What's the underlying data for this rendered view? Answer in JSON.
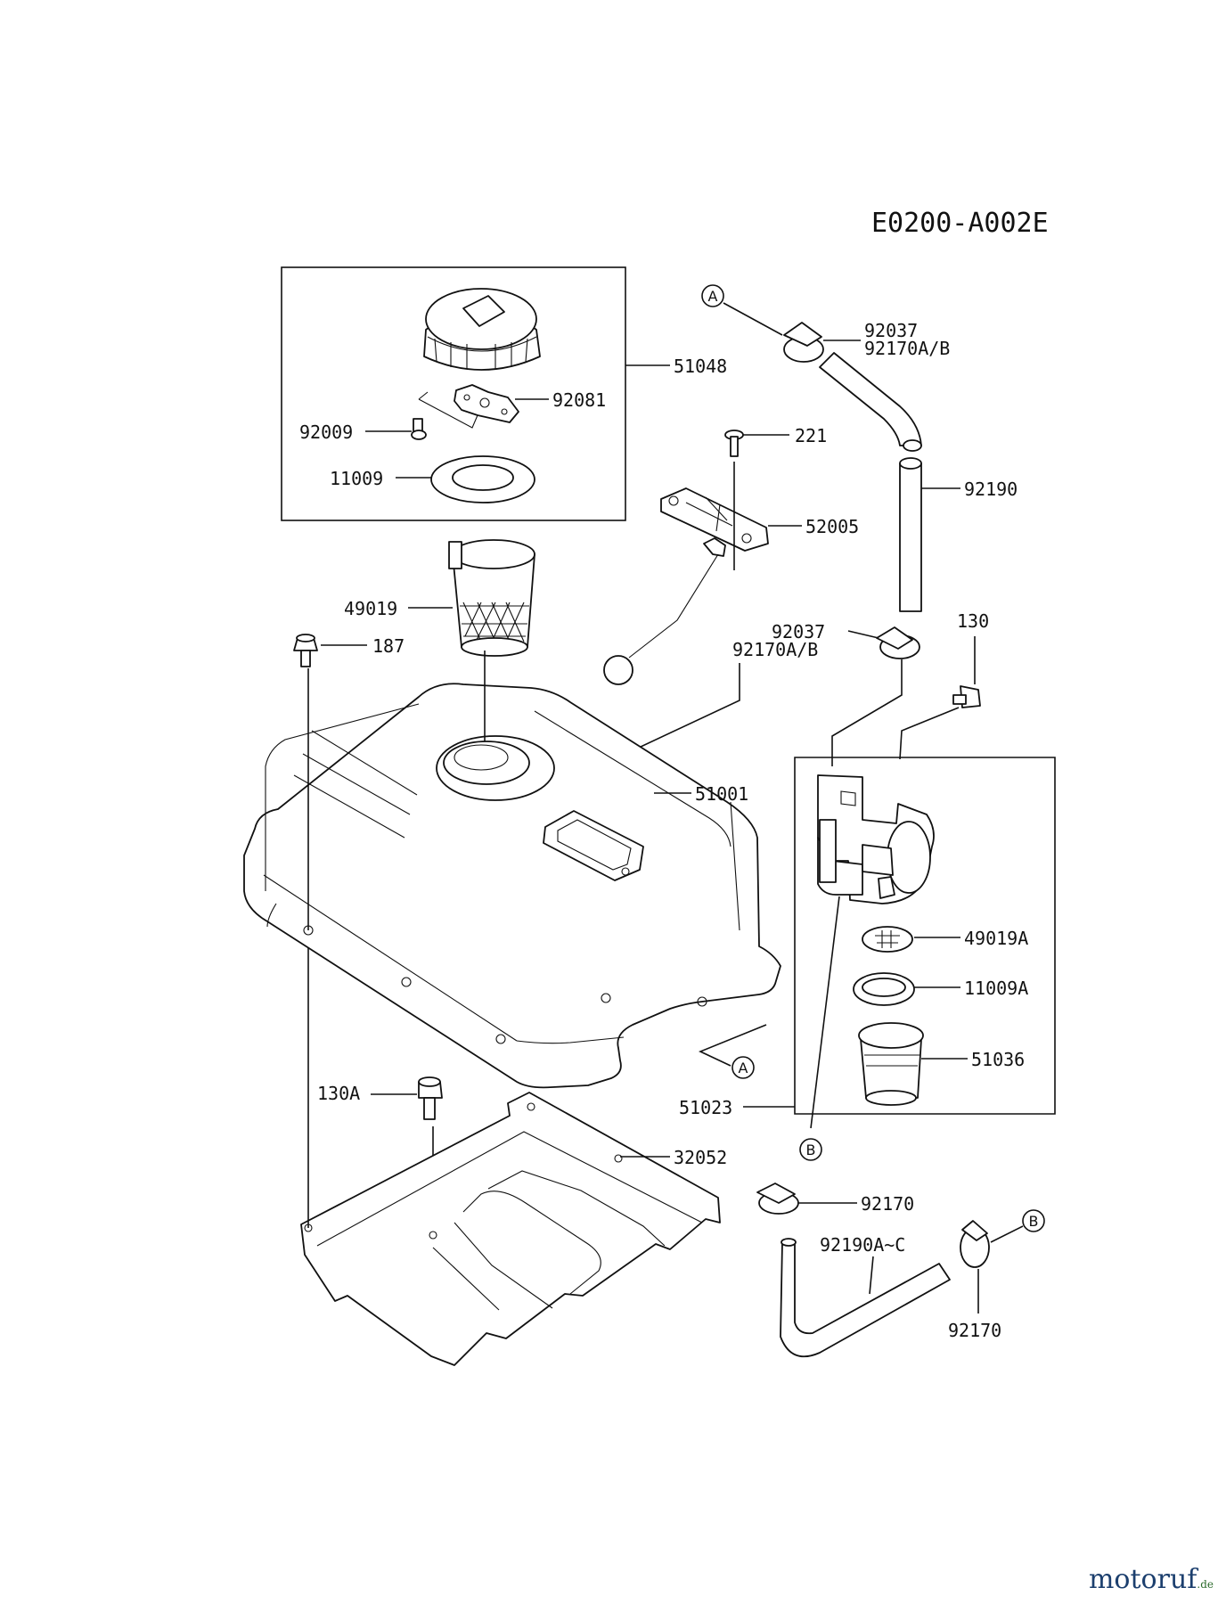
{
  "diagram_code": "E0200-A002E",
  "watermark": {
    "name": "motoruf",
    "suffix": ".de"
  },
  "callouts": {
    "A": "A",
    "B": "B"
  },
  "parts": {
    "p51048": "51048",
    "p92081": "92081",
    "p92009": "92009",
    "p11009": "11009",
    "p49019": "49019",
    "p187": "187",
    "p221": "221",
    "p52005": "52005",
    "p92037_top": "92037",
    "p92170ab_top": "92170A/B",
    "p92190": "92190",
    "p92037_mid": "92037",
    "p92170ab_mid": "92170A/B",
    "p130": "130",
    "p51001": "51001",
    "p49019a": "49019A",
    "p11009a": "11009A",
    "p51036": "51036",
    "p51023": "51023",
    "p130a": "130A",
    "p32052": "32052",
    "p92170_a": "92170",
    "p92190ac": "92190A~C",
    "p92170_b": "92170"
  }
}
